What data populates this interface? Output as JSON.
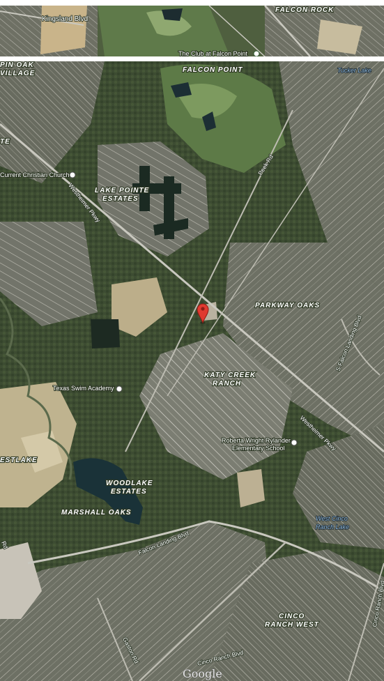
{
  "strip": {
    "labels": {
      "falcon_rock": "FALCON ROCK",
      "kingsland_blvd": "Kingsland Blvd",
      "club": "The Club at Falcon Point"
    }
  },
  "map": {
    "neighborhoods": {
      "pin_oak_1": "PIN OAK",
      "pin_oak_2": "VILLAGE",
      "falcon_point": "FALCON POINT",
      "te": "TE",
      "lake_pointe_1": "LAKE POINTE",
      "lake_pointe_2": "ESTATES",
      "parkway_oaks": "PARKWAY OAKS",
      "katy_creek_1": "KATY CREEK",
      "katy_creek_2": "RANCH",
      "estlake": "ESTLAKE",
      "woodlake_1": "WOODLAKE",
      "woodlake_2": "ESTATES",
      "marshall_oaks": "MARSHALL OAKS",
      "cinco_1": "CINCO",
      "cinco_2": "RANCH WEST"
    },
    "places": {
      "church": "Current Christian Church",
      "swim": "Texas Swim Academy",
      "school_1": "Roberta Wright Rylander",
      "school_2": "Elementary School"
    },
    "roads": {
      "westheimer_1": "Westheimer Pkwy",
      "westheimer_2": "Westheimer Pkwy",
      "peek": "Peek Rd",
      "falcon_landing": "Falcon Landing Blvd",
      "s_falcon_landing": "S Falcon Landing Blvd",
      "cinco_ranch_blvd": "Cinco Ranch Blvd",
      "cinco_ranch_blvd_2": "Cinco Ranch Blvd",
      "gaston": "Gaston Rd",
      "rd_left": "Rd"
    },
    "water": {
      "tucker_lake": "Tucker Lake",
      "west_cinco_1": "West Cinco",
      "west_cinco_2": "Ranch Lake"
    },
    "marker": "location-marker",
    "attribution": "Google"
  },
  "colors": {
    "vegetation": "#4b5a3c",
    "residential": "#6c6f62",
    "road": "#c9c8bf",
    "water": "#1c3036",
    "clearing": "#bcae8a",
    "marker": "#e03a30"
  }
}
